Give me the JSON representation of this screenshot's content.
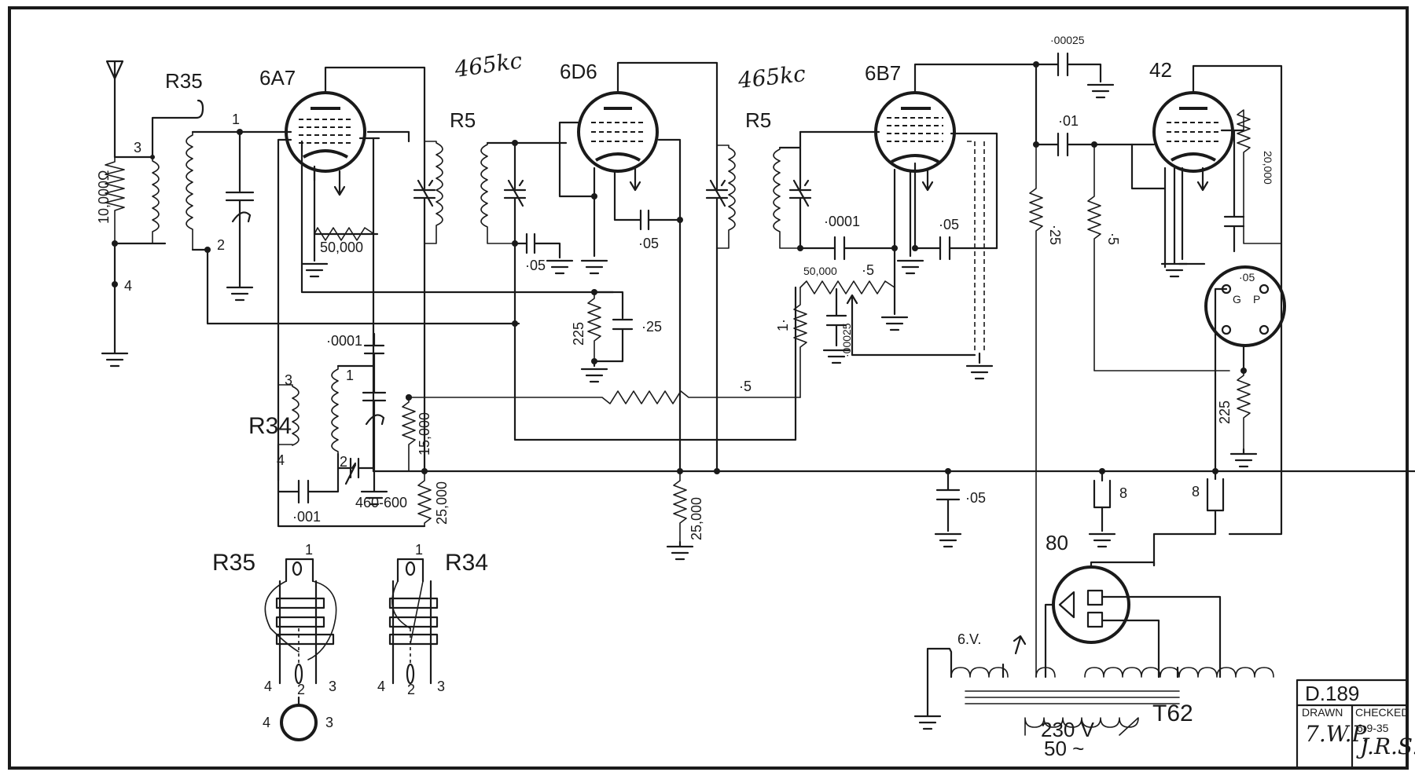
{
  "tubes": {
    "t6a7": "6A7",
    "t6d6": "6D6",
    "t6b7": "6B7",
    "t42": "42",
    "t80": "80"
  },
  "handwritten": {
    "if1": "465kc",
    "if2": "465kc"
  },
  "coils": {
    "r35": "R35",
    "r34": "R34",
    "r5a": "R5",
    "r5b": "R5",
    "t62": "T62",
    "r35_bottom": "R35",
    "r34_bottom": "R34"
  },
  "values": {
    "ant_res": "10,000Ω",
    "osc_grid_res": "50,000",
    "osc_cap": "·0001",
    "osc_cap2": "·001",
    "trimmer": "460-600",
    "r_15000": "15,000",
    "r_25000a": "25,000",
    "r_25000b": "25,000",
    "c05_a": "·05",
    "c05_b": "·05",
    "r225_a": "225",
    "c25": "·25",
    "det_cap": "·0001",
    "det_c05": "·05",
    "vol_pot": "50,000",
    "vol_pot_b": "·5",
    "det_res1": "1·",
    "c00025_det": "·00025",
    "r_05": "·5",
    "c00025_top": "·00025",
    "c01": "·01",
    "r25": "·25",
    "r5": "·5",
    "r20000": "20,000",
    "c05_out": "·05",
    "r225_b": "225",
    "c05_filter": "·05",
    "elec8a": "8",
    "elec8b": "8",
    "fil_volt": "6.V.",
    "mains_v": "230 V",
    "mains_f": "50 ~"
  },
  "pins": {
    "p1": "1",
    "p2": "2",
    "p3": "3",
    "p4": "4",
    "q1": "1",
    "q2": "2",
    "q3": "3",
    "q4": "4",
    "b1a": "1",
    "b2a": "2",
    "b3a": "3",
    "b4a": "4",
    "b1b": "1",
    "b2b": "2",
    "b3b": "3",
    "b4b": "4",
    "c4": "4",
    "c3": "3",
    "sock_g": "G",
    "sock_p": "P"
  },
  "title_block": {
    "number": "D.189",
    "drawn_label": "DRAWN",
    "checked_label": "CHECKED",
    "drawn_by": "7.W.P.",
    "checked_date": "6-9-35",
    "checked_by": "J.R.S."
  }
}
